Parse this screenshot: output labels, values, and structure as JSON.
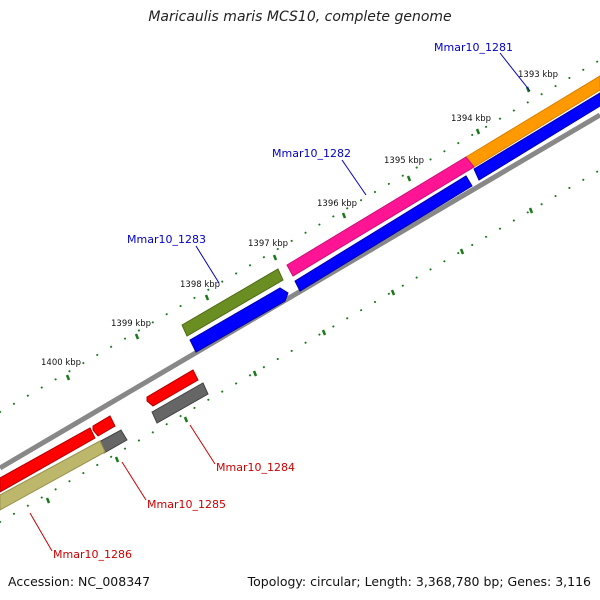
{
  "title": "Maricaulis maris MCS10, complete genome",
  "footer": {
    "accession": "Accession: NC_008347",
    "summary": "Topology: circular; Length: 3,368,780 bp; Genes: 3,116"
  },
  "kbp_labels": [
    "1393 kbp",
    "1394 kbp",
    "1395 kbp",
    "1396 kbp",
    "1397 kbp",
    "1398 kbp",
    "1399 kbp",
    "1400 kbp"
  ],
  "genes": {
    "forward": [
      "Mmar10_1281",
      "Mmar10_1282",
      "Mmar10_1283"
    ],
    "reverse": [
      "Mmar10_1284",
      "Mmar10_1285",
      "Mmar10_1286"
    ]
  },
  "colors": {
    "forward_label": "#0000cc",
    "reverse_label": "#cc0000",
    "tick": "#1a7a1a",
    "backbone": "#888888",
    "orange": "#ff9900",
    "pink": "#ff1493",
    "olive": "#6b8e23",
    "blue": "#0000ff",
    "red": "#ff0000",
    "gray": "#666666",
    "khaki": "#bdb76b"
  }
}
